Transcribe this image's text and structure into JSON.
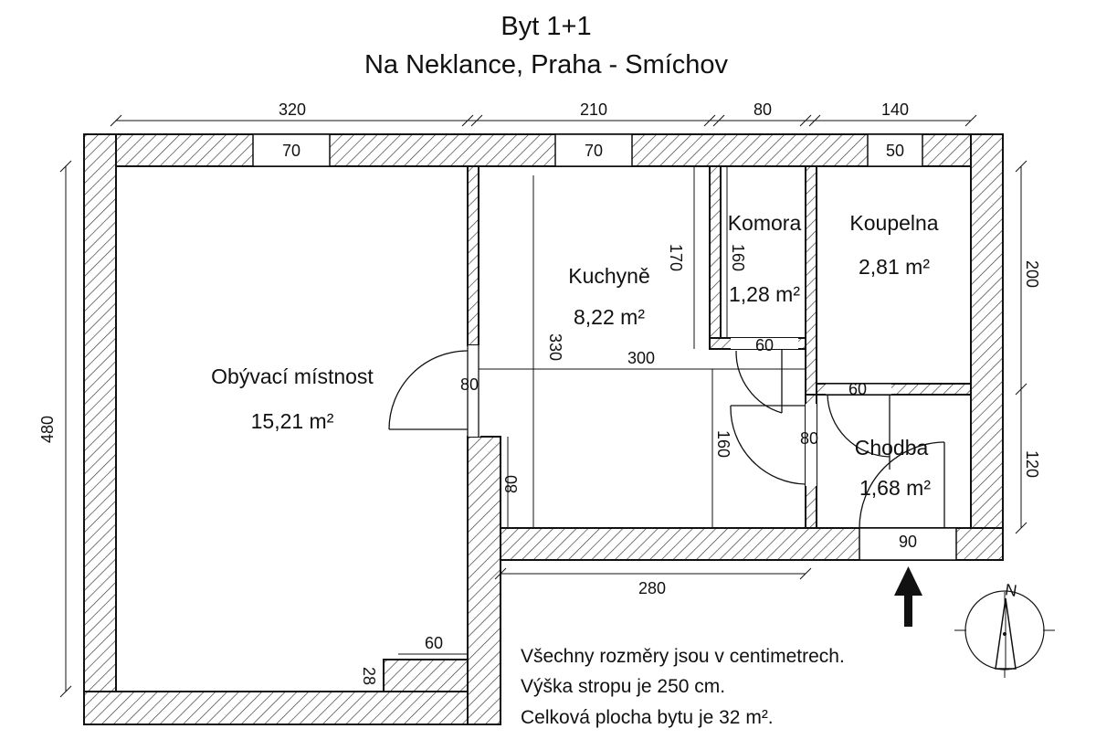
{
  "title": {
    "line1": "Byt 1+1",
    "line2": "Na Neklance, Praha - Smíchov"
  },
  "rooms": [
    {
      "name": "Obývací místnost",
      "area": "15,21 m²"
    },
    {
      "name": "Kuchyně",
      "area": "8,22 m²"
    },
    {
      "name": "Komora",
      "area": "1,28 m²"
    },
    {
      "name": "Koupelna",
      "area": "2,81 m²"
    },
    {
      "name": "Chodba",
      "area": "1,68 m²"
    }
  ],
  "dimensions": {
    "top_living": "320",
    "top_kitchen": "210",
    "top_storage": "80",
    "top_bath": "140",
    "window_living": "70",
    "window_kitchen": "70",
    "window_bath": "50",
    "left_height": "480",
    "right_bath": "200",
    "right_hall": "120",
    "kitchen_height": "330",
    "kitchen_width": "300",
    "kitchen_upper": "170",
    "storage_height": "160",
    "storage_door": "60",
    "bath_door": "60",
    "living_door": "80",
    "hall_door_left": "80",
    "hall_dim": "160",
    "kitchen_lower": "80",
    "bottom_kitchen": "280",
    "entrance_door": "90",
    "notch_width": "60",
    "notch_height": "28"
  },
  "notes": [
    "Všechny rozměry jsou v centimetrech.",
    "Výška stropu je 250 cm.",
    "Celková plocha bytu je 32 m²."
  ],
  "compass": {
    "north": "N"
  }
}
